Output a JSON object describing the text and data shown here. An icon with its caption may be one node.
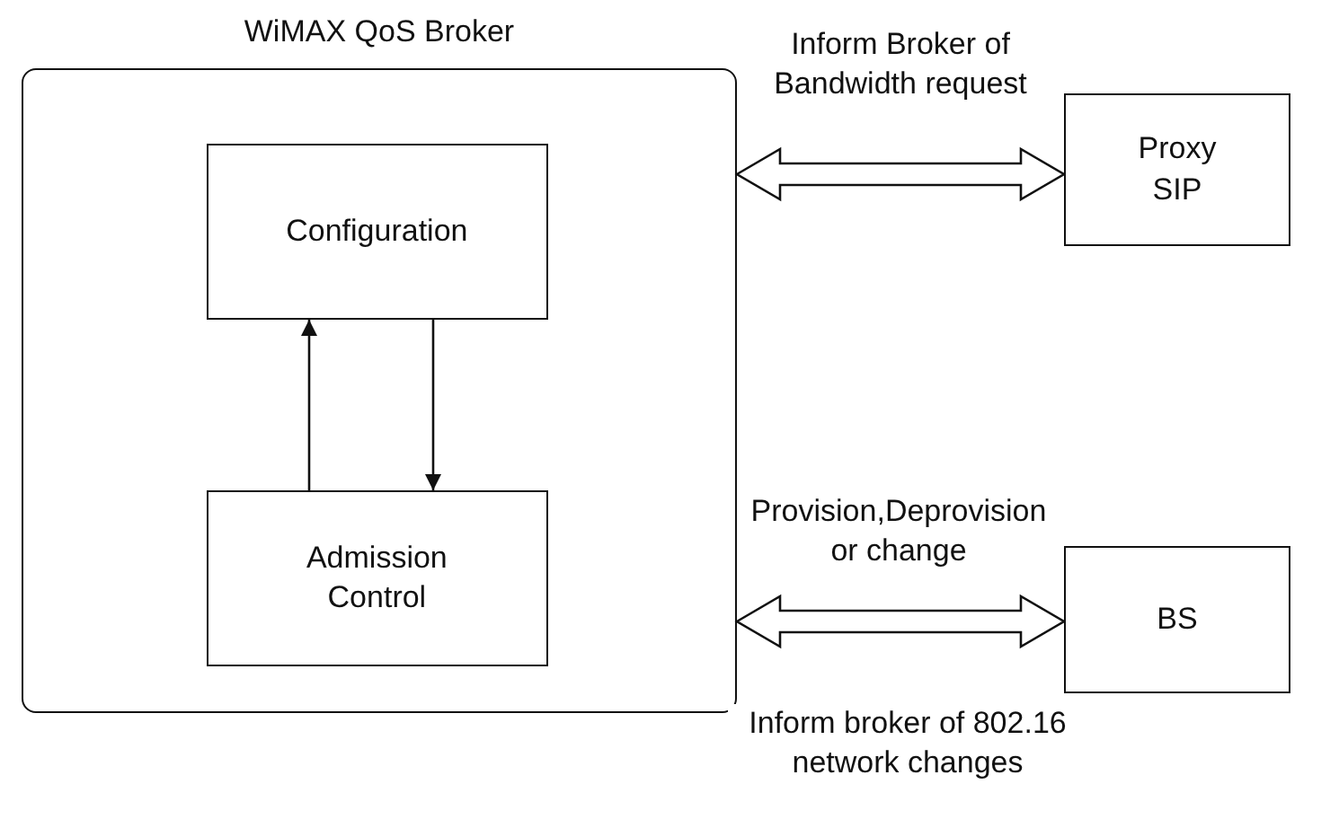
{
  "diagram": {
    "nodes": [
      {
        "text": [
          "WiMAX QoS Broker"
        ]
      },
      {
        "text": [
          "Configuration"
        ],
        "in": 0
      },
      {
        "text": [
          "Admission Control"
        ],
        "in": 0
      },
      {
        "text": [
          "Proxy SIP"
        ]
      },
      {
        "text": [
          "BS"
        ]
      }
    ],
    "edges": [
      {
        "from": 2,
        "to": 1,
        "arrow": "to"
      },
      {
        "from": 1,
        "to": 2,
        "arrow": "to"
      },
      {
        "from": 0,
        "to": 3,
        "arrow": "both",
        "label": "Inform Broker of Bandwidth request"
      },
      {
        "from": 0,
        "to": 4,
        "arrow": "both",
        "label": "Provision,Deprovision or change"
      }
    ],
    "labels": [
      "Inform broker of 802.16 network changes"
    ]
  }
}
